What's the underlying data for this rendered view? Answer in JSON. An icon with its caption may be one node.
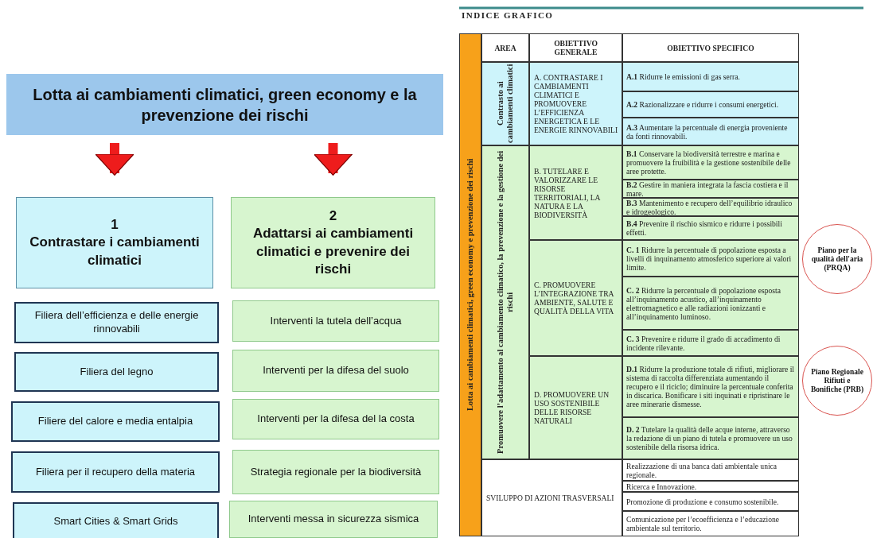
{
  "diagram": {
    "title": "INDICE GRAFICO",
    "nodes": [
      {
        "text": [
          "Lotta ai cambiamenti climatici, green economy e la prevenzione dei rischi"
        ]
      },
      {
        "text": [
          "1",
          "Contrastare i cambiamenti climatici"
        ]
      },
      {
        "text": [
          "2",
          "Adattarsi ai cambiamenti climatici e prevenire dei rischi"
        ]
      },
      {
        "text": [
          "Filiera dell’efficienza e delle energie rinnovabili"
        ]
      },
      {
        "text": [
          "Filiera del legno"
        ]
      },
      {
        "text": [
          "Filiere del calore e media entalpia"
        ]
      },
      {
        "text": [
          "Filiera per il recupero della materia"
        ]
      },
      {
        "text": [
          "Smart Cities & Smart Grids"
        ]
      },
      {
        "text": [
          "Interventi la tutela dell’acqua"
        ]
      },
      {
        "text": [
          "Interventi per la difesa del suolo"
        ]
      },
      {
        "text": [
          "Interventi per la difesa del la costa"
        ]
      },
      {
        "text": [
          "Strategia regionale per la biodiversità"
        ]
      },
      {
        "text": [
          "Interventi messa in sicurezza sismica"
        ]
      },
      {
        "text": [
          "Piano per la qualità dell'aria (PRQA)"
        ]
      },
      {
        "text": [
          "Piano Regionale Rifiuti e Bonifiche (PRB)"
        ]
      }
    ],
    "edges": [
      {
        "from": 0,
        "to": 1,
        "arrow": "to"
      },
      {
        "from": 0,
        "to": 2,
        "arrow": "to"
      }
    ],
    "labels": [
      "Lotta ai cambiamenti climatici, green economy e prevenzione dei rischi",
      "AREA",
      "OBIETTIVO GENERALE",
      "OBIETTIVO SPECIFICO",
      "Contrasto ai cambiamenti climatici",
      "A. CONTRASTARE I CAMBIAMENTI CLIMATICI E PROMUOVERE L’EFFICIENZA ENERGETICA E LE ENERGIE RINNOVABILI",
      "**A.1** Ridurre le emissioni di gas serra.",
      "**A.2** Razionalizzare e ridurre i consumi energetici.",
      "**A.3** Aumentare la percentuale di energia proveniente da fonti rinnovabili.",
      "Promuovere l’adattamento al cambiamento climatico, la prevenzione e la gestione dei rischi",
      "B. TUTELARE E VALORIZZARE LE RISORSE TERRITORIALI, LA NATURA E LA BIODIVERSITÀ",
      "**B.1** Conservare la biodiversità terrestre e marina e promuovere la fruibilità e la gestione sostenibile delle aree protette.",
      "**B.2** Gestire in maniera integrata la fascia costiera e il mare.",
      "**B.3** Mantenimento e recupero dell’equilibrio idraulico e idrogeologico.",
      "**B.4** Prevenire il rischio sismico e ridurre i possibili effetti.",
      "C. PROMUOVERE L’INTEGRAZIONE TRA AMBIENTE, SALUTE E QUALITÀ DELLA VITA",
      "**C. 1** Ridurre la percentuale di popolazione esposta a livelli di inquinamento atmosferico superiore ai valori limite.",
      "**C. 2** Ridurre la percentuale di popolazione esposta all’inquinamento acustico, all’inquinamento elettromagnetico e alle radiazioni ionizzanti e all’inquinamento luminoso.",
      "**C. 3** Prevenire e ridurre il grado di accadimento di incidente rilevante.",
      "D. PROMUOVERE UN USO SOSTENIBILE DELLE RISORSE NATURALI",
      "**D.1** Ridurre la produzione totale di rifiuti, migliorare il sistema di raccolta differenziata aumentando il recupero e il riciclo; diminuire la percentuale conferita in discarica. Bonificare i siti inquinati e ripristinare le aree minerarie dismesse.",
      "**D. 2** Tutelare la qualità delle acque interne, attraverso la redazione di un piano di tutela e promuovere un uso sostenibile della risorsa idrica.",
      "SVILUPPO DI AZIONI TRASVERSALI",
      "Realizzazione di una banca dati ambientale unica regionale.",
      "Ricerca e Innovazione.",
      "Promozione di produzione e consumo sostenibile.",
      "Comunicazione per l’ecoefficienza e l’educazione ambientale sul territorio."
    ]
  }
}
